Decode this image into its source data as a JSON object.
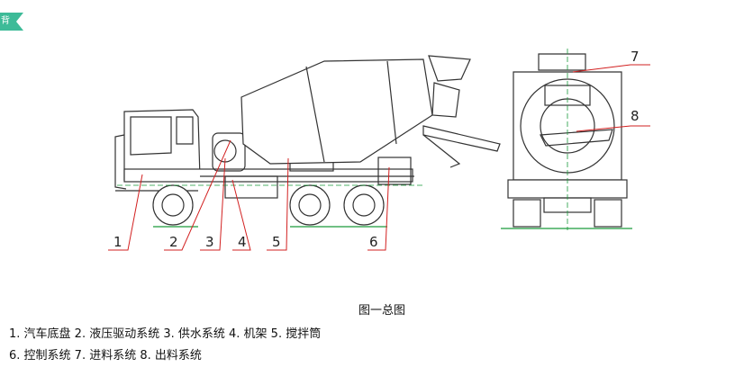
{
  "badge": {
    "text": "背"
  },
  "callouts": [
    "1",
    "2",
    "3",
    "4",
    "5",
    "6",
    "7",
    "8"
  ],
  "caption": "图一总图",
  "legend": {
    "line1": "1. 汽车底盘  2. 液压驱动系统  3. 供水系统  4. 机架  5. 搅拌筒",
    "line2": "6. 控制系统  7. 进料系统  8. 出料系统"
  },
  "colors": {
    "badge": "#3dbb98",
    "line": "#333333",
    "leader": "#d22020",
    "accent": "#1a9a3a"
  }
}
